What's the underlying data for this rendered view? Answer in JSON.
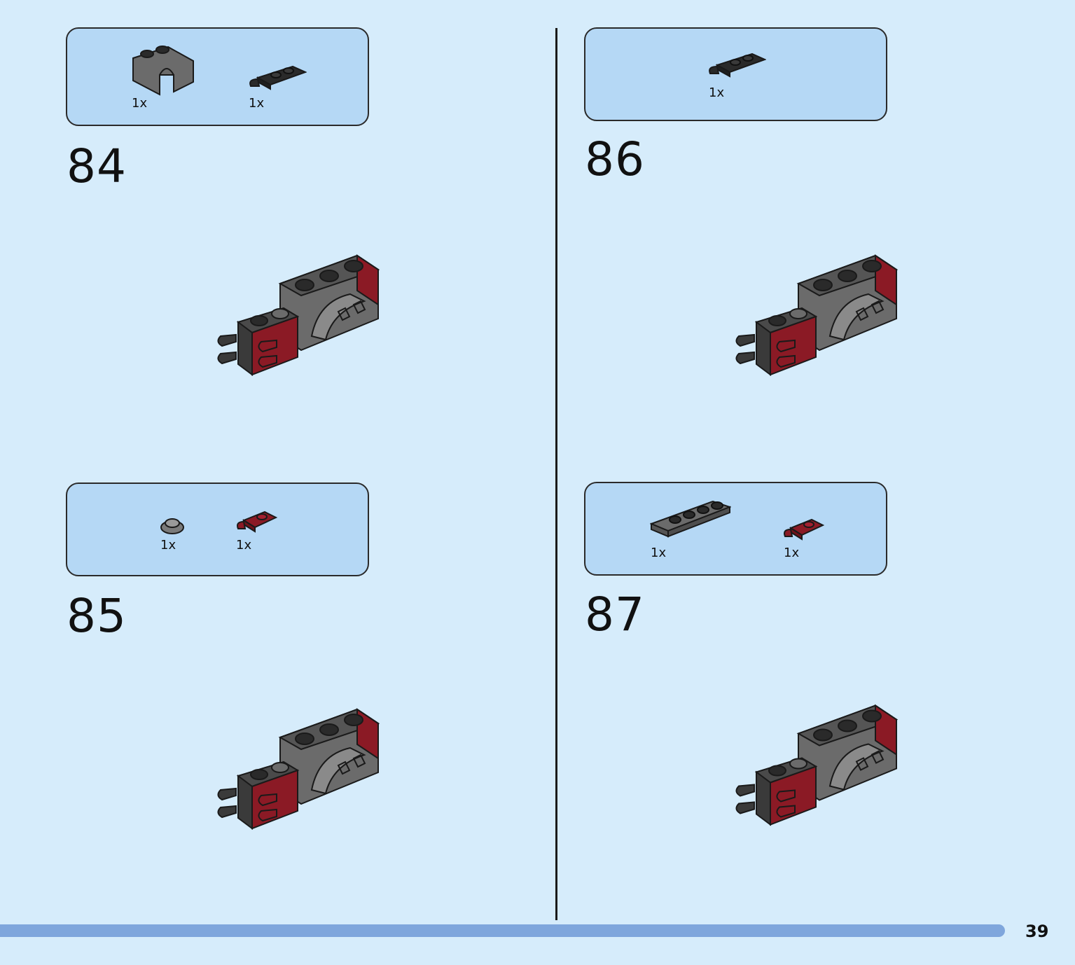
{
  "steps": [
    {
      "number": "84",
      "parts": [
        {
          "qty": "1x",
          "icon": "dark-gray-technic-bracket-icon"
        },
        {
          "qty": "1x",
          "icon": "black-clip-plate-icon"
        }
      ]
    },
    {
      "number": "85",
      "parts": [
        {
          "qty": "1x",
          "icon": "gray-round-plate-icon"
        },
        {
          "qty": "1x",
          "icon": "dark-red-clip-plate-icon"
        }
      ]
    },
    {
      "number": "86",
      "parts": [
        {
          "qty": "1x",
          "icon": "black-clip-plate-icon"
        }
      ]
    },
    {
      "number": "87",
      "parts": [
        {
          "qty": "1x",
          "icon": "dark-gray-plate-1x4-icon"
        },
        {
          "qty": "1x",
          "icon": "dark-red-clip-plate-icon"
        }
      ]
    }
  ],
  "page": {
    "number": "39"
  },
  "colors": {
    "background": "#d6ecfb",
    "parts_box": "#b5d8f5",
    "dark_red": "#8b1a25",
    "dark_gray": "#6b6b6b",
    "black": "#2a2a2a",
    "progress_bar": "#7fa6dc"
  }
}
